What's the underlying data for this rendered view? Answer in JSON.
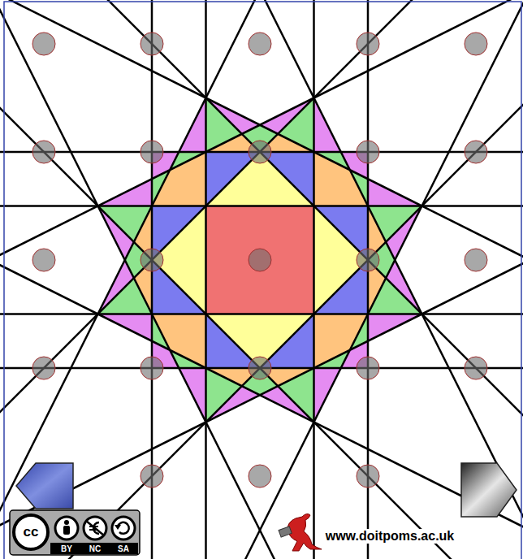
{
  "diagram": {
    "labels": [
      "cc",
      "BY",
      "NC",
      "SA",
      "www.doitpoms.ac.uk"
    ]
  }
}
